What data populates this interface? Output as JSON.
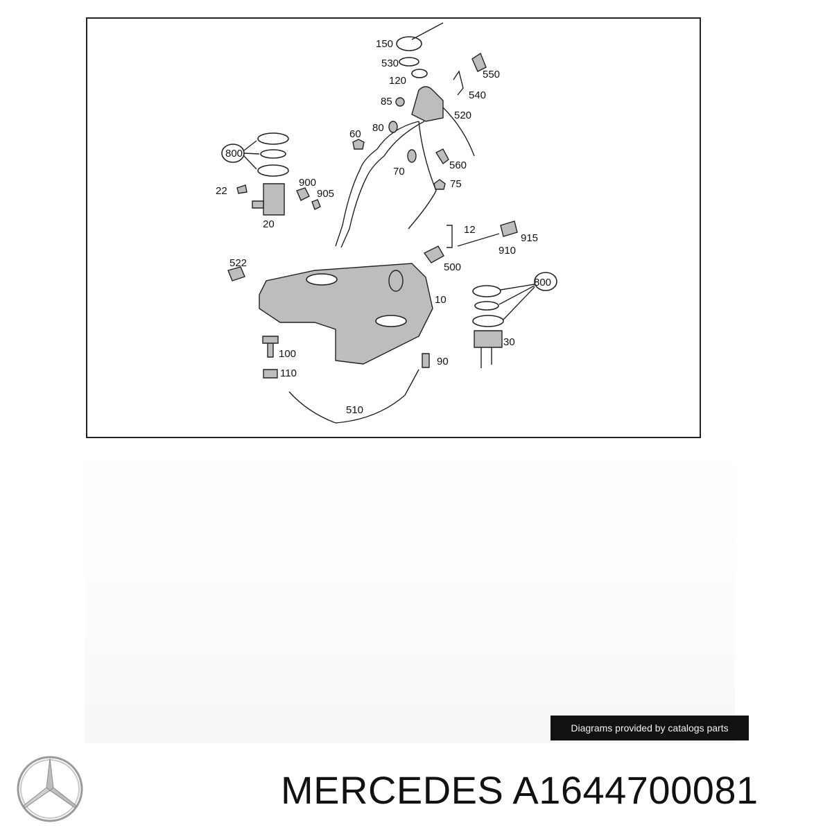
{
  "diagram": {
    "callouts": [
      "150",
      "530",
      "120",
      "85",
      "80",
      "60",
      "550",
      "540",
      "520",
      "560",
      "70",
      "75",
      "800",
      "22",
      "900",
      "905",
      "20",
      "12",
      "915",
      "910",
      "500",
      "522",
      "10",
      "800",
      "100",
      "110",
      "30",
      "90",
      "510"
    ]
  },
  "credit": "Diagrams provided by catalogs parts",
  "brand": "MERCEDES",
  "part_number": "A1644700081",
  "logo_icon": "mercedes-star-icon"
}
